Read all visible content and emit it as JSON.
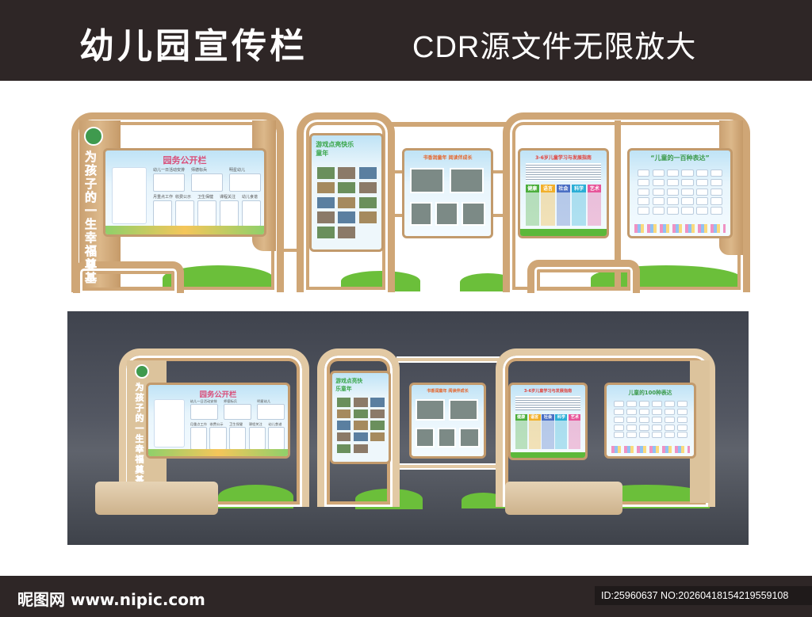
{
  "header": {
    "title": "幼儿园宣传栏",
    "subtitle": "CDR源文件无限放大"
  },
  "side_slogan": "为孩子的一生幸福奠基",
  "boards": {
    "notice": {
      "title": "园务公开栏",
      "sections": [
        "幼儿一日活动安排",
        "师德标兵",
        "明星幼儿",
        "月重点工作",
        "收费公示",
        "卫生保健",
        "课程关注",
        "幼儿食谱"
      ]
    },
    "games": {
      "title": "游戏点亮快乐童年"
    },
    "reading": {
      "title": "书香润童年 阅读伴成长"
    },
    "guide": {
      "title": "3-6岁儿童学习与发展指南",
      "domains": [
        "健康",
        "语言",
        "社会",
        "科学",
        "艺术"
      ],
      "domain_colors": [
        "#4cae3c",
        "#f2b02a",
        "#4a6fc4",
        "#2aaed6",
        "#e7559a"
      ]
    },
    "expression": {
      "title": "“儿童的一百种表达”",
      "title_render": "儿童的100种表达"
    }
  },
  "colors": {
    "header_bg": "#2e2626",
    "wood": "#cfa676",
    "bush": "#6bbf3a",
    "accent_circle": "#3f9a4e"
  },
  "footer": {
    "logo": "昵图网 www.nipic.com",
    "id": "ID:25960637 NO:20260418154219559108"
  }
}
